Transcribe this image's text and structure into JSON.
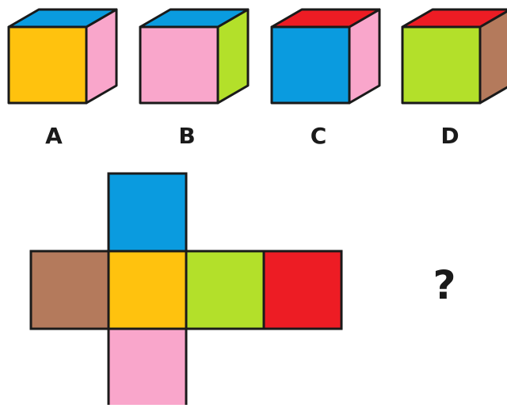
{
  "colors": {
    "blue": "#0A9BDF",
    "pink": "#F9A6CB",
    "yellow": "#FFC20E",
    "green": "#B3E02A",
    "red": "#ED1C24",
    "brown": "#B47A5C",
    "outline": "#1a1a1a"
  },
  "options": [
    {
      "label": "A",
      "top": "blue",
      "front": "yellow",
      "side": "pink"
    },
    {
      "label": "B",
      "top": "blue",
      "front": "pink",
      "side": "green"
    },
    {
      "label": "C",
      "top": "red",
      "front": "blue",
      "side": "pink"
    },
    {
      "label": "D",
      "top": "red",
      "front": "green",
      "side": "brown"
    }
  ],
  "net": {
    "top": "blue",
    "row": [
      "brown",
      "yellow",
      "green",
      "red"
    ],
    "bottom": "pink"
  },
  "question": "?"
}
